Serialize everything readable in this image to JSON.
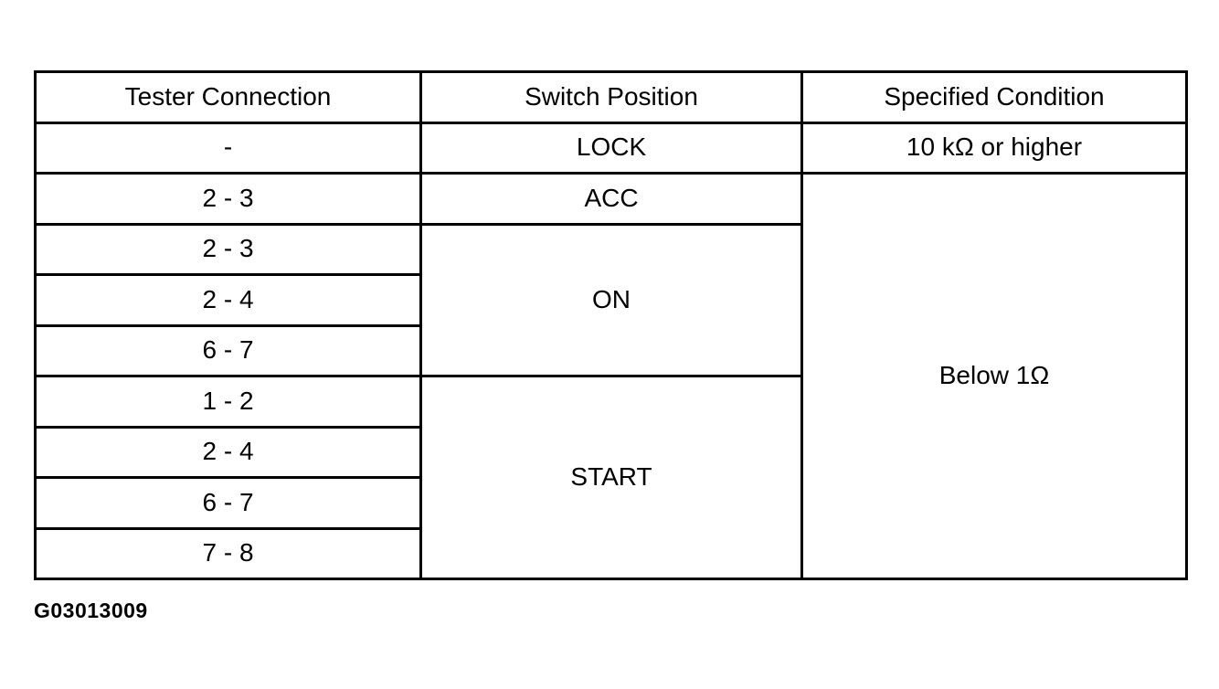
{
  "table": {
    "headers": [
      "Tester Connection",
      "Switch Position",
      "Specified Condition"
    ],
    "rows": [
      {
        "tester_connection": "-",
        "switch_position": "LOCK",
        "specified_condition": "10 kΩ or higher"
      },
      {
        "tester_connection": "2 - 3",
        "switch_position": "ACC",
        "specified_condition": "Below 1Ω"
      },
      {
        "tester_connection": "2 - 3",
        "switch_position": "ON"
      },
      {
        "tester_connection": "2 - 4"
      },
      {
        "tester_connection": "6 - 7"
      },
      {
        "tester_connection": "1 - 2",
        "switch_position": "START"
      },
      {
        "tester_connection": "2 - 4"
      },
      {
        "tester_connection": "6 - 7"
      },
      {
        "tester_connection": "7 - 8"
      }
    ]
  },
  "footer": {
    "figure_id": "G03013009"
  },
  "colors": {
    "border": "#000000",
    "background": "#ffffff",
    "text": "#000000"
  }
}
